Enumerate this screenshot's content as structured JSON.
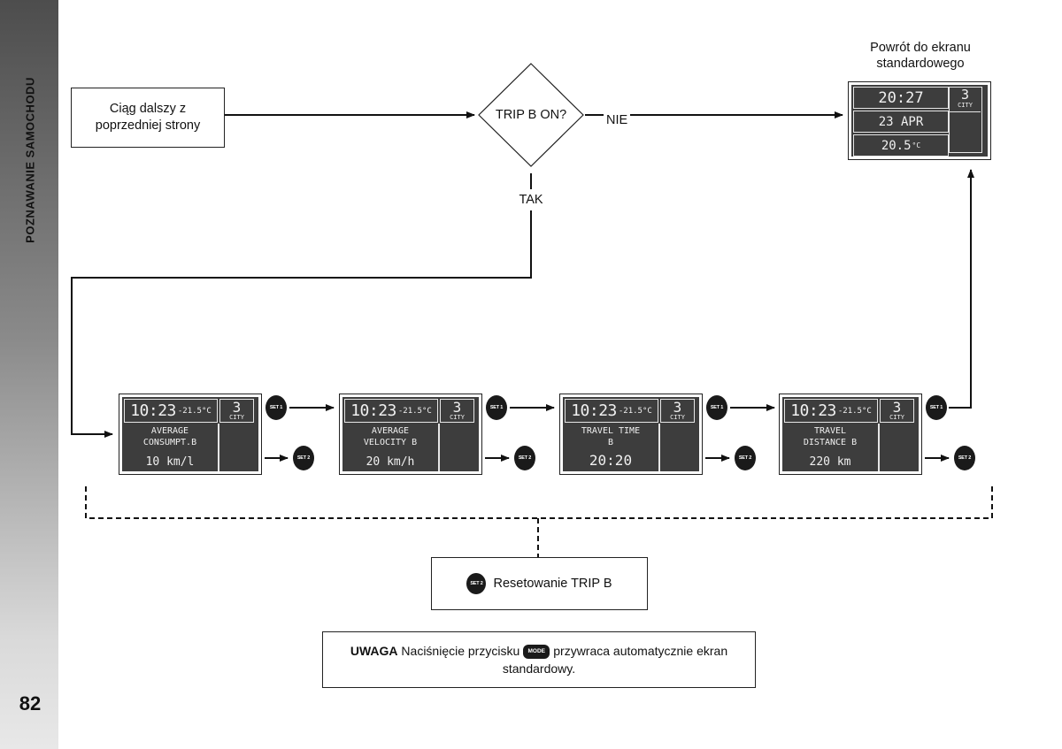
{
  "sidebar": {
    "section_title": "POZNAWANIE SAMOCHODU",
    "page_number": "82"
  },
  "flow": {
    "continue_text": "Ciąg dalszy z poprzedniej strony",
    "decision": "TRIP B ON?",
    "no_label": "NIE",
    "yes_label": "TAK",
    "return_label": "Powrót do ekranu standardowego"
  },
  "standard_display": {
    "time": "20:27",
    "date": "23 APR",
    "temp_value": "20.5",
    "temp_unit": "°C",
    "gear": "3",
    "mode": "CITY"
  },
  "trip_displays": [
    {
      "time": "10:23",
      "temp": "-21.5°C",
      "gear": "3",
      "mode": "CITY",
      "line1": "AVERAGE",
      "line2": "CONSUMPT.B",
      "value": "10 km/l"
    },
    {
      "time": "10:23",
      "temp": "-21.5°C",
      "gear": "3",
      "mode": "CITY",
      "line1": "AVERAGE",
      "line2": "VELOCITY B",
      "value": "20 km/h"
    },
    {
      "time": "10:23",
      "temp": "-21.5°C",
      "gear": "3",
      "mode": "CITY",
      "line1": "TRAVEL TIME",
      "line2": "B",
      "value": "20:20"
    },
    {
      "time": "10:23",
      "temp": "-21.5°C",
      "gear": "3",
      "mode": "CITY",
      "line1": "TRAVEL",
      "line2": "DISTANCE B",
      "value": "220 km"
    }
  ],
  "buttons": {
    "set1": "SET 1",
    "set2": "SET 2",
    "mode": "MODE"
  },
  "reset": {
    "text": "Resetowanie TRIP B"
  },
  "note": {
    "label": "UWAGA",
    "text_before": "Naciśnięcie przycisku",
    "text_after": "przywraca automatycznie ekran",
    "text_line2": "standardowy."
  },
  "colors": {
    "line": "#111111",
    "lcd_background": "#3d3d3d",
    "button": "#1a1a1a"
  }
}
